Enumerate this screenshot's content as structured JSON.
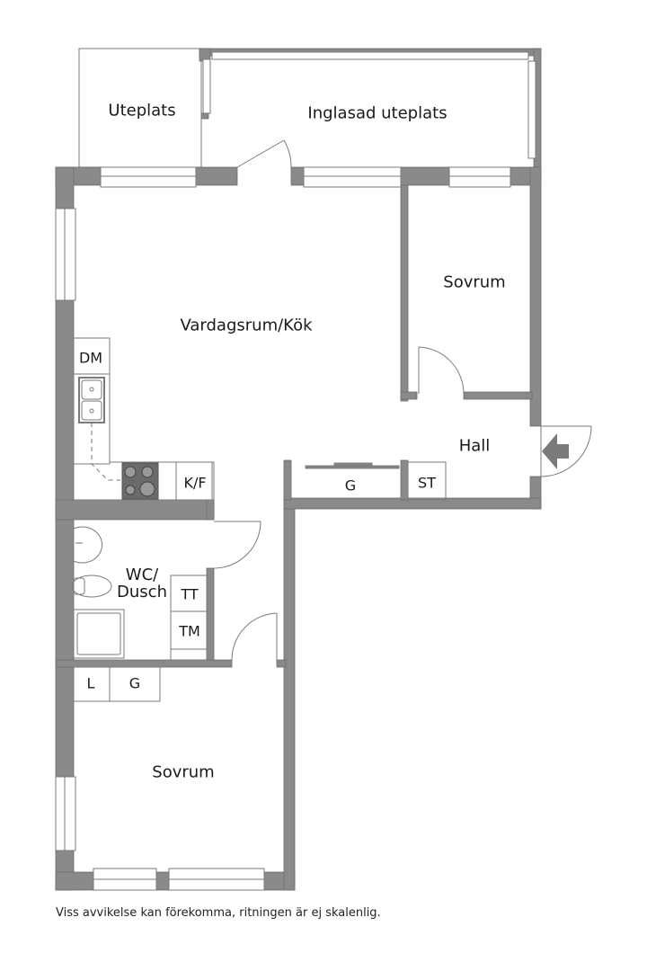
{
  "rooms": {
    "uteplats": "Uteplats",
    "inglasad_uteplats": "Inglasad uteplats",
    "vardagsrum_kok": "Vardagsrum/Kök",
    "sovrum_top": "Sovrum",
    "hall": "Hall",
    "wc_dusch_line1": "WC/",
    "wc_dusch_line2": "Dusch",
    "sovrum_bottom": "Sovrum"
  },
  "fixtures": {
    "dm": "DM",
    "kf": "K/F",
    "g_hall": "G",
    "st": "ST",
    "tt": "TT",
    "tm": "TM",
    "l": "L",
    "g_bedroom": "G"
  },
  "footnote": "Viss avvikelse kan förekomma, ritningen är ej skalenlig.",
  "colors": {
    "wall": "#8a8a8a",
    "line": "#7a7a7a",
    "text": "#1a1a1a",
    "background": "#ffffff"
  }
}
